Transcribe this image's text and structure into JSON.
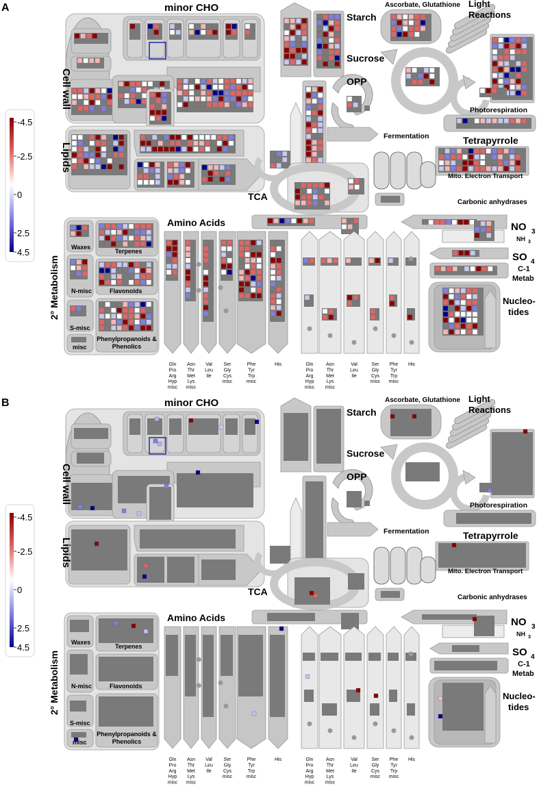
{
  "panels": [
    {
      "letter": "A",
      "mode": "dense",
      "labels": {
        "minor_cho": "minor CHO",
        "starch": "Starch",
        "sucrose": "Sucrose",
        "ascorbate": "Ascorbate, Glutathione",
        "light1": "Light",
        "light2": "Reactions",
        "cell_wall": "Cell wall",
        "opp": "OPP",
        "photoresp": "Photorespiration",
        "fermentation": "Fermentation",
        "lipids": "Lipids",
        "tetrapyrrole": "Tetrapyrrole",
        "mito": "Mito. Electron Transport",
        "tca": "TCA",
        "carbonic": "Carbonic anhydrases",
        "amino": "Amino Acids",
        "no3": "NO",
        "no3_sub": "3",
        "nh3": "NH",
        "nh3_sub": "3",
        "so4": "SO",
        "so4_sub": "4",
        "c1a": "C-1",
        "c1b": "Metab",
        "nuc1": "Nucleo-",
        "nuc2": "tides",
        "secondary": "2° Metabolism",
        "waxes": "Waxes",
        "terpenes": "Terpenes",
        "flavonoids": "Flavonoids",
        "nmisc": "N-misc",
        "smisc": "S-misc",
        "misc": "misc",
        "phenyl1": "Phenylpropanoids &",
        "phenyl2": "Phenolics"
      },
      "legend_ticks": [
        "-4.5",
        "-2.5",
        "0",
        "2.5",
        "4.5"
      ]
    },
    {
      "letter": "B",
      "mode": "sparse",
      "labels": {
        "minor_cho": "minor CHO",
        "starch": "Starch",
        "sucrose": "Sucrose",
        "ascorbate": "Ascorbate, Glutathione",
        "light1": "Light",
        "light2": "Reactions",
        "cell_wall": "Cell wall",
        "opp": "OPP",
        "photoresp": "Photorespiration",
        "fermentation": "Fermentation",
        "lipids": "Lipids",
        "tetrapyrrole": "Tetrapyrrole",
        "mito": "Mito. Electron Transport",
        "tca": "TCA",
        "carbonic": "Carbonic anhydrases",
        "amino": "Amino Acids",
        "no3": "NO",
        "no3_sub": "3",
        "nh3": "NH",
        "nh3_sub": "3",
        "so4": "SO",
        "so4_sub": "4",
        "c1a": "C-1",
        "c1b": "Metab",
        "nuc1": "Nucleo-",
        "nuc2": "tides",
        "secondary": "2° Metabolism",
        "waxes": "Waxes",
        "terpenes": "Terpenes",
        "flavonoids": "Flavonoids",
        "nmisc": "N-misc",
        "smisc": "S-misc",
        "misc": "misc",
        "phenyl1": "Phenylpropanoids &",
        "phenyl2": "Phenolics"
      },
      "legend_ticks": [
        "-4.5",
        "-2.5",
        "0",
        "2.5",
        "4.5"
      ]
    }
  ],
  "amino_columns": [
    [
      "Gln",
      "Pro",
      "Arg",
      "Hyp",
      "misc"
    ],
    [
      "Asn",
      "Thr",
      "Met",
      "Lys",
      "misc"
    ],
    [
      "Val",
      "Leu",
      "Ile"
    ],
    [
      "Ser",
      "Gly",
      "Cys",
      "misc"
    ],
    [
      "Phe",
      "Tyr",
      "Trp",
      "misc"
    ],
    [
      "His"
    ]
  ],
  "colors": {
    "up_strong": "#8b0000",
    "up_mid": "#e06666",
    "neutral": "#ffffff",
    "down_mid": "#8080e0",
    "down_strong": "#00008b",
    "block_gray": "#7a7a7a",
    "region_light": "#e4e4e4",
    "region_mid": "#c8c8c8",
    "shape_light": "#ececec"
  }
}
